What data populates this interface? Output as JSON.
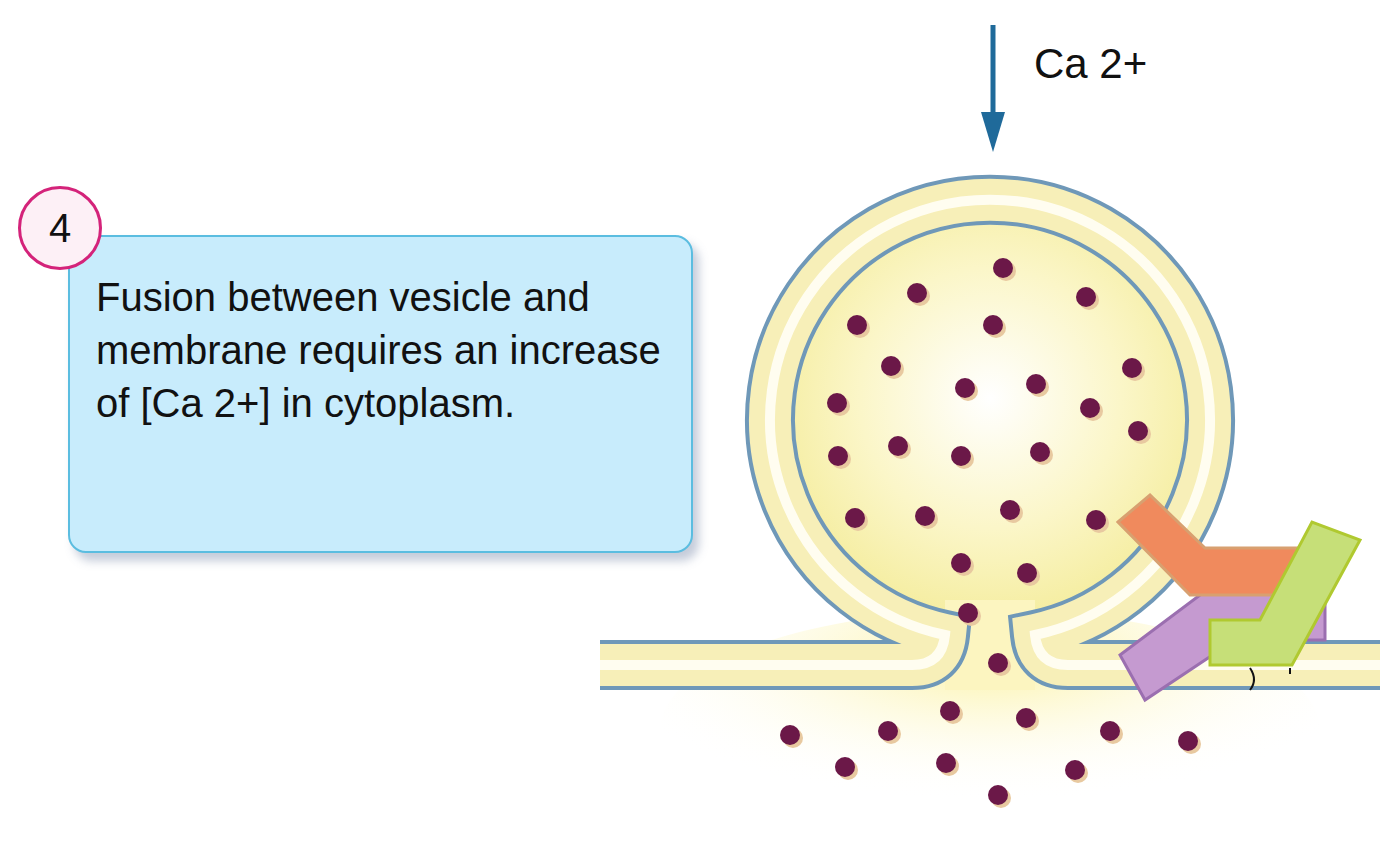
{
  "diagram": {
    "nodes": [
      {
        "text": [
          "Fusion between vesicle and membrane requires an increase of [Ca 2+] in cytoplasm."
        ]
      },
      {
        "text": [
          "4"
        ]
      }
    ],
    "labels": [
      "Ca 2+"
    ]
  }
}
